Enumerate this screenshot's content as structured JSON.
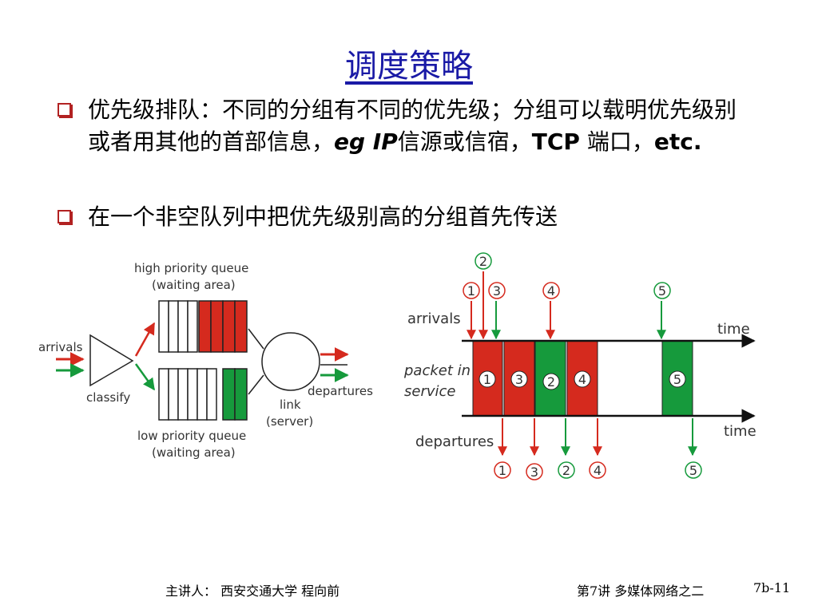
{
  "title": "调度策略",
  "bullets": [
    {
      "parts": [
        "优先级排队：不同的分组有不同的优先级；分组可以载明优先级别或者用其他的首部信息，",
        "eg IP",
        "信源或信宿，",
        "TCP",
        " 端口，",
        "etc."
      ]
    },
    {
      "text": "在一个非空队列中把优先级别高的分组首先传送"
    }
  ],
  "left_diagram": {
    "arrivals": "arrivals",
    "classify": "classify",
    "high_queue_1": "high priority queue",
    "high_queue_2": "(waiting area)",
    "low_queue_1": "low priority queue",
    "low_queue_2": "(waiting area)",
    "link_1": "link",
    "link_2": "(server)",
    "departures": "departures"
  },
  "right_diagram": {
    "arrivals": "arrivals",
    "time_top": "time",
    "time_bottom": "time",
    "service_1": "packet in",
    "service_2": "service",
    "departures": "departures",
    "arrival_nums": [
      "1",
      "2",
      "3",
      "4",
      "5"
    ],
    "service_nums": [
      "1",
      "3",
      "2",
      "4",
      "5"
    ],
    "departure_nums": [
      "1",
      "3",
      "2",
      "4",
      "5"
    ]
  },
  "colors": {
    "red": "#d52a1e",
    "green": "#169a3c",
    "title": "#1a1aa6"
  },
  "footer": {
    "lecturer": "主讲人：  西安交通大学  程向前",
    "lecture": "第7讲 多媒体网络之二",
    "page": "7b-11"
  }
}
